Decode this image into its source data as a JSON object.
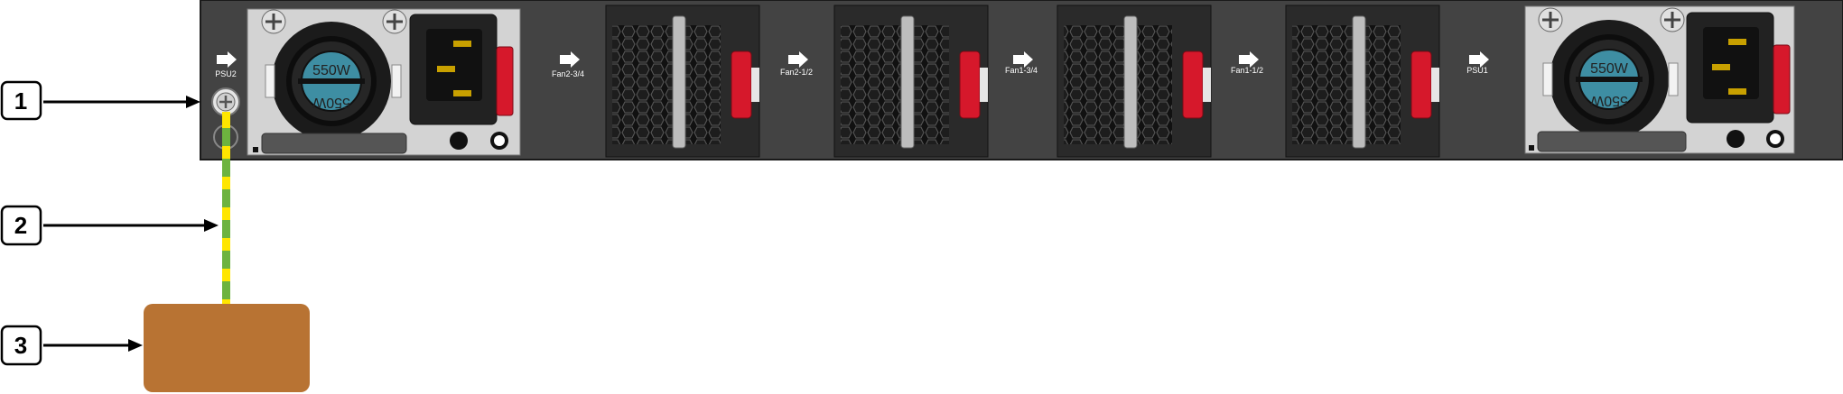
{
  "callouts": [
    {
      "number": "1"
    },
    {
      "number": "2"
    },
    {
      "number": "3"
    }
  ],
  "chassis": {
    "bay_labels": {
      "psu2": "PSU2",
      "fan2_34": "Fan2-3/4",
      "fan2_12": "Fan2-1/2",
      "fan1_34": "Fan1-3/4",
      "fan1_12": "Fan1-1/2",
      "psu1": "PSU1"
    },
    "psu_wattage": "550W"
  },
  "colors": {
    "chassis": "#434343",
    "fan_module": "#2a2a2a",
    "psu_module": "#d3d3d3",
    "fan_label_teal": "#3e8ea3",
    "release_latch": "#d6182b",
    "ground_wire_green": "#6db33f",
    "ground_wire_yellow": "#ffe600",
    "ground_point": "#b87333"
  }
}
